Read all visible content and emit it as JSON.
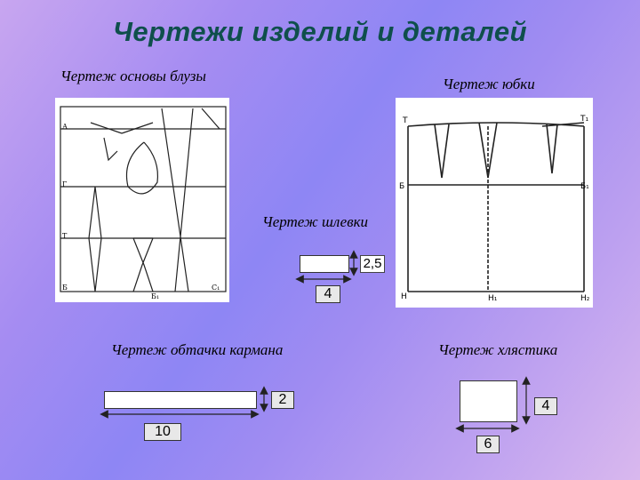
{
  "title": "Чертежи изделий и деталей",
  "captions": {
    "blouse": "Чертеж основы блузы",
    "skirt": "Чертеж юбки",
    "strap": "Чертеж шлевки",
    "pocket_facing": "Чертеж обтачки кармана",
    "flap": "Чертеж хлястика"
  },
  "dimensions": {
    "strap_height": "2,5",
    "strap_width": "4",
    "pocket_height": "2",
    "pocket_width": "10",
    "flap_height": "4",
    "flap_width": "6"
  },
  "skirt_points": {
    "left_top": "Т",
    "right_top": "Т₁",
    "hip_left": "Б",
    "hip_right": "Б₁",
    "hem_left": "Н",
    "hem_mid": "Н₁",
    "hem_right": "Н₂"
  },
  "blouse_points": {
    "a": "А",
    "g": "Г",
    "t": "Т",
    "b": "Б",
    "b1": "Б₁",
    "c1": "С₁"
  }
}
